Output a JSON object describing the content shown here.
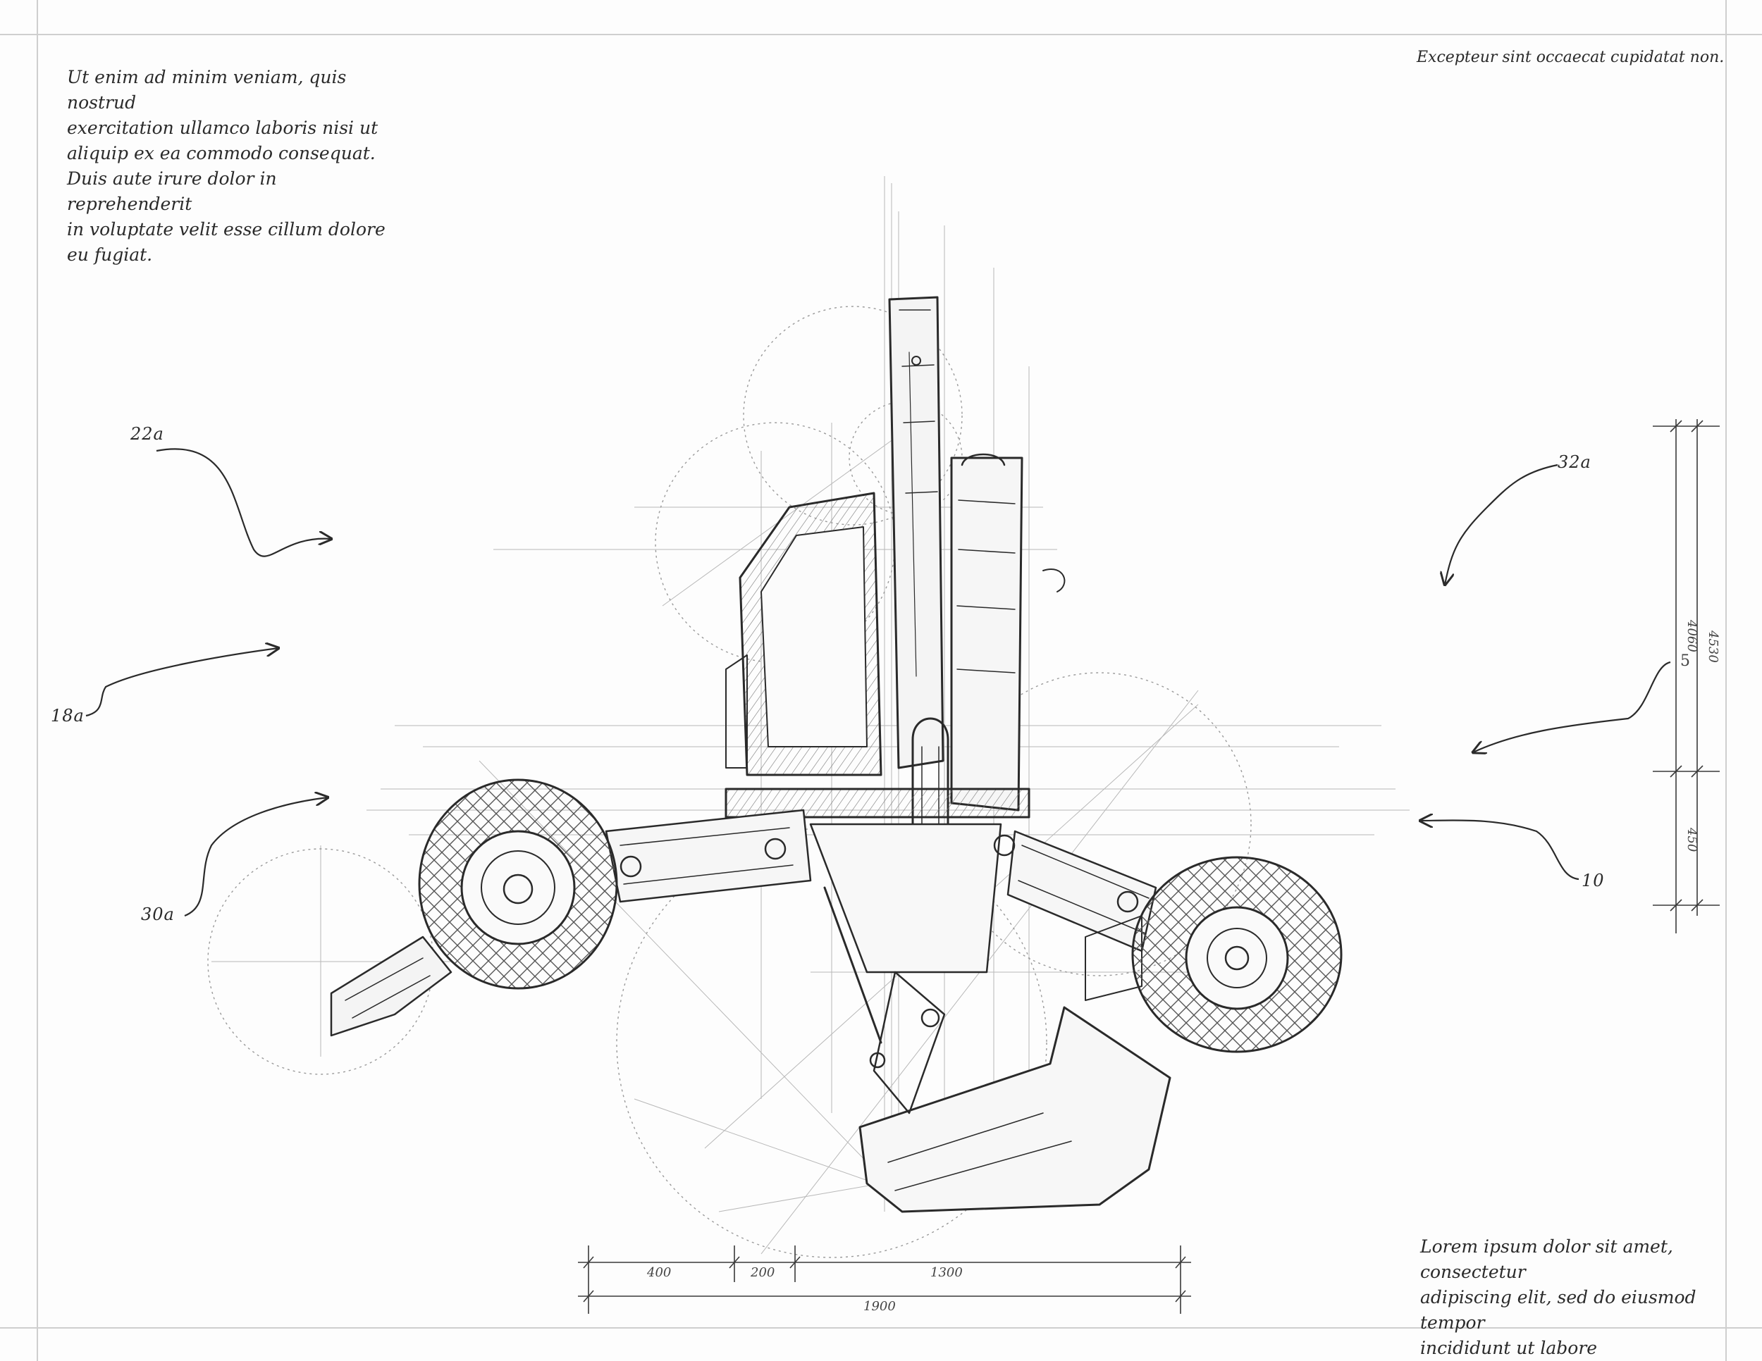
{
  "notes": {
    "top_left": "Ut enim ad minim veniam, quis nostrud\nexercitation ullamco laboris nisi ut\naliquip ex ea commodo consequat.\nDuis aute irure dolor in reprehenderit\nin voluptate velit esse cillum dolore\neu fugiat.",
    "top_right": "Excepteur sint occaecat cupidatat non.",
    "bottom_right": "Lorem ipsum dolor sit amet, consectetur\nadipiscing elit, sed do eiusmod tempor\nincididunt ut labore"
  },
  "labels": {
    "l22a": "22a",
    "l18a": "18a",
    "l30a": "30a",
    "l32a": "32a",
    "l10": "10"
  },
  "dimensions": {
    "bottom": {
      "seg1": "400",
      "seg2": "200",
      "seg3": "1300",
      "total": "1900"
    },
    "right": {
      "upper": "4060",
      "lower": "450",
      "total": "4530",
      "mark": "5"
    }
  },
  "colors": {
    "ink": "#2a2a2a",
    "construction": "#9a9a9a",
    "paper": "#fdfdfd"
  }
}
